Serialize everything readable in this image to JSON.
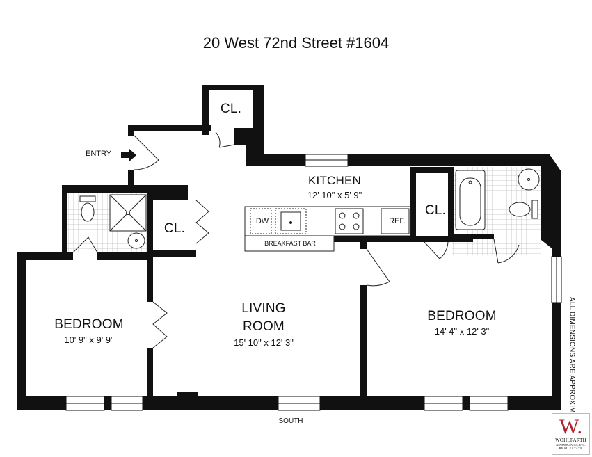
{
  "title": "20 West 72nd Street #1604",
  "entry": {
    "label": "ENTRY"
  },
  "rooms": {
    "kitchen": {
      "name": "KITCHEN",
      "dims": "12' 10\" x 5' 9\""
    },
    "living": {
      "name_line1": "LIVING",
      "name_line2": "ROOM",
      "dims": "15' 10\" x 12' 3\""
    },
    "bedroom_left": {
      "name": "BEDROOM",
      "dims": "10' 9\" x 9' 9\""
    },
    "bedroom_right": {
      "name": "BEDROOM",
      "dims": "14' 4\" x 12' 3\""
    }
  },
  "closets": [
    "CL.",
    "CL.",
    "CL."
  ],
  "fixtures": {
    "dishwasher": "DW",
    "refrigerator": "REF.",
    "breakfast_bar": "BREAKFAST BAR"
  },
  "orientation": "SOUTH",
  "disclaimer": "ALL DIMENSIONS ARE APPROXIMATE",
  "logo": {
    "mark": "W.",
    "line1": "WOHLFARTH",
    "line2": "& ASSOCIATES, INC.",
    "line3": "REAL ESTATE",
    "mark_color": "#b0202a"
  },
  "colors": {
    "wall": "#111111",
    "tile": "#c8c8c8",
    "window": "#ffffff"
  }
}
